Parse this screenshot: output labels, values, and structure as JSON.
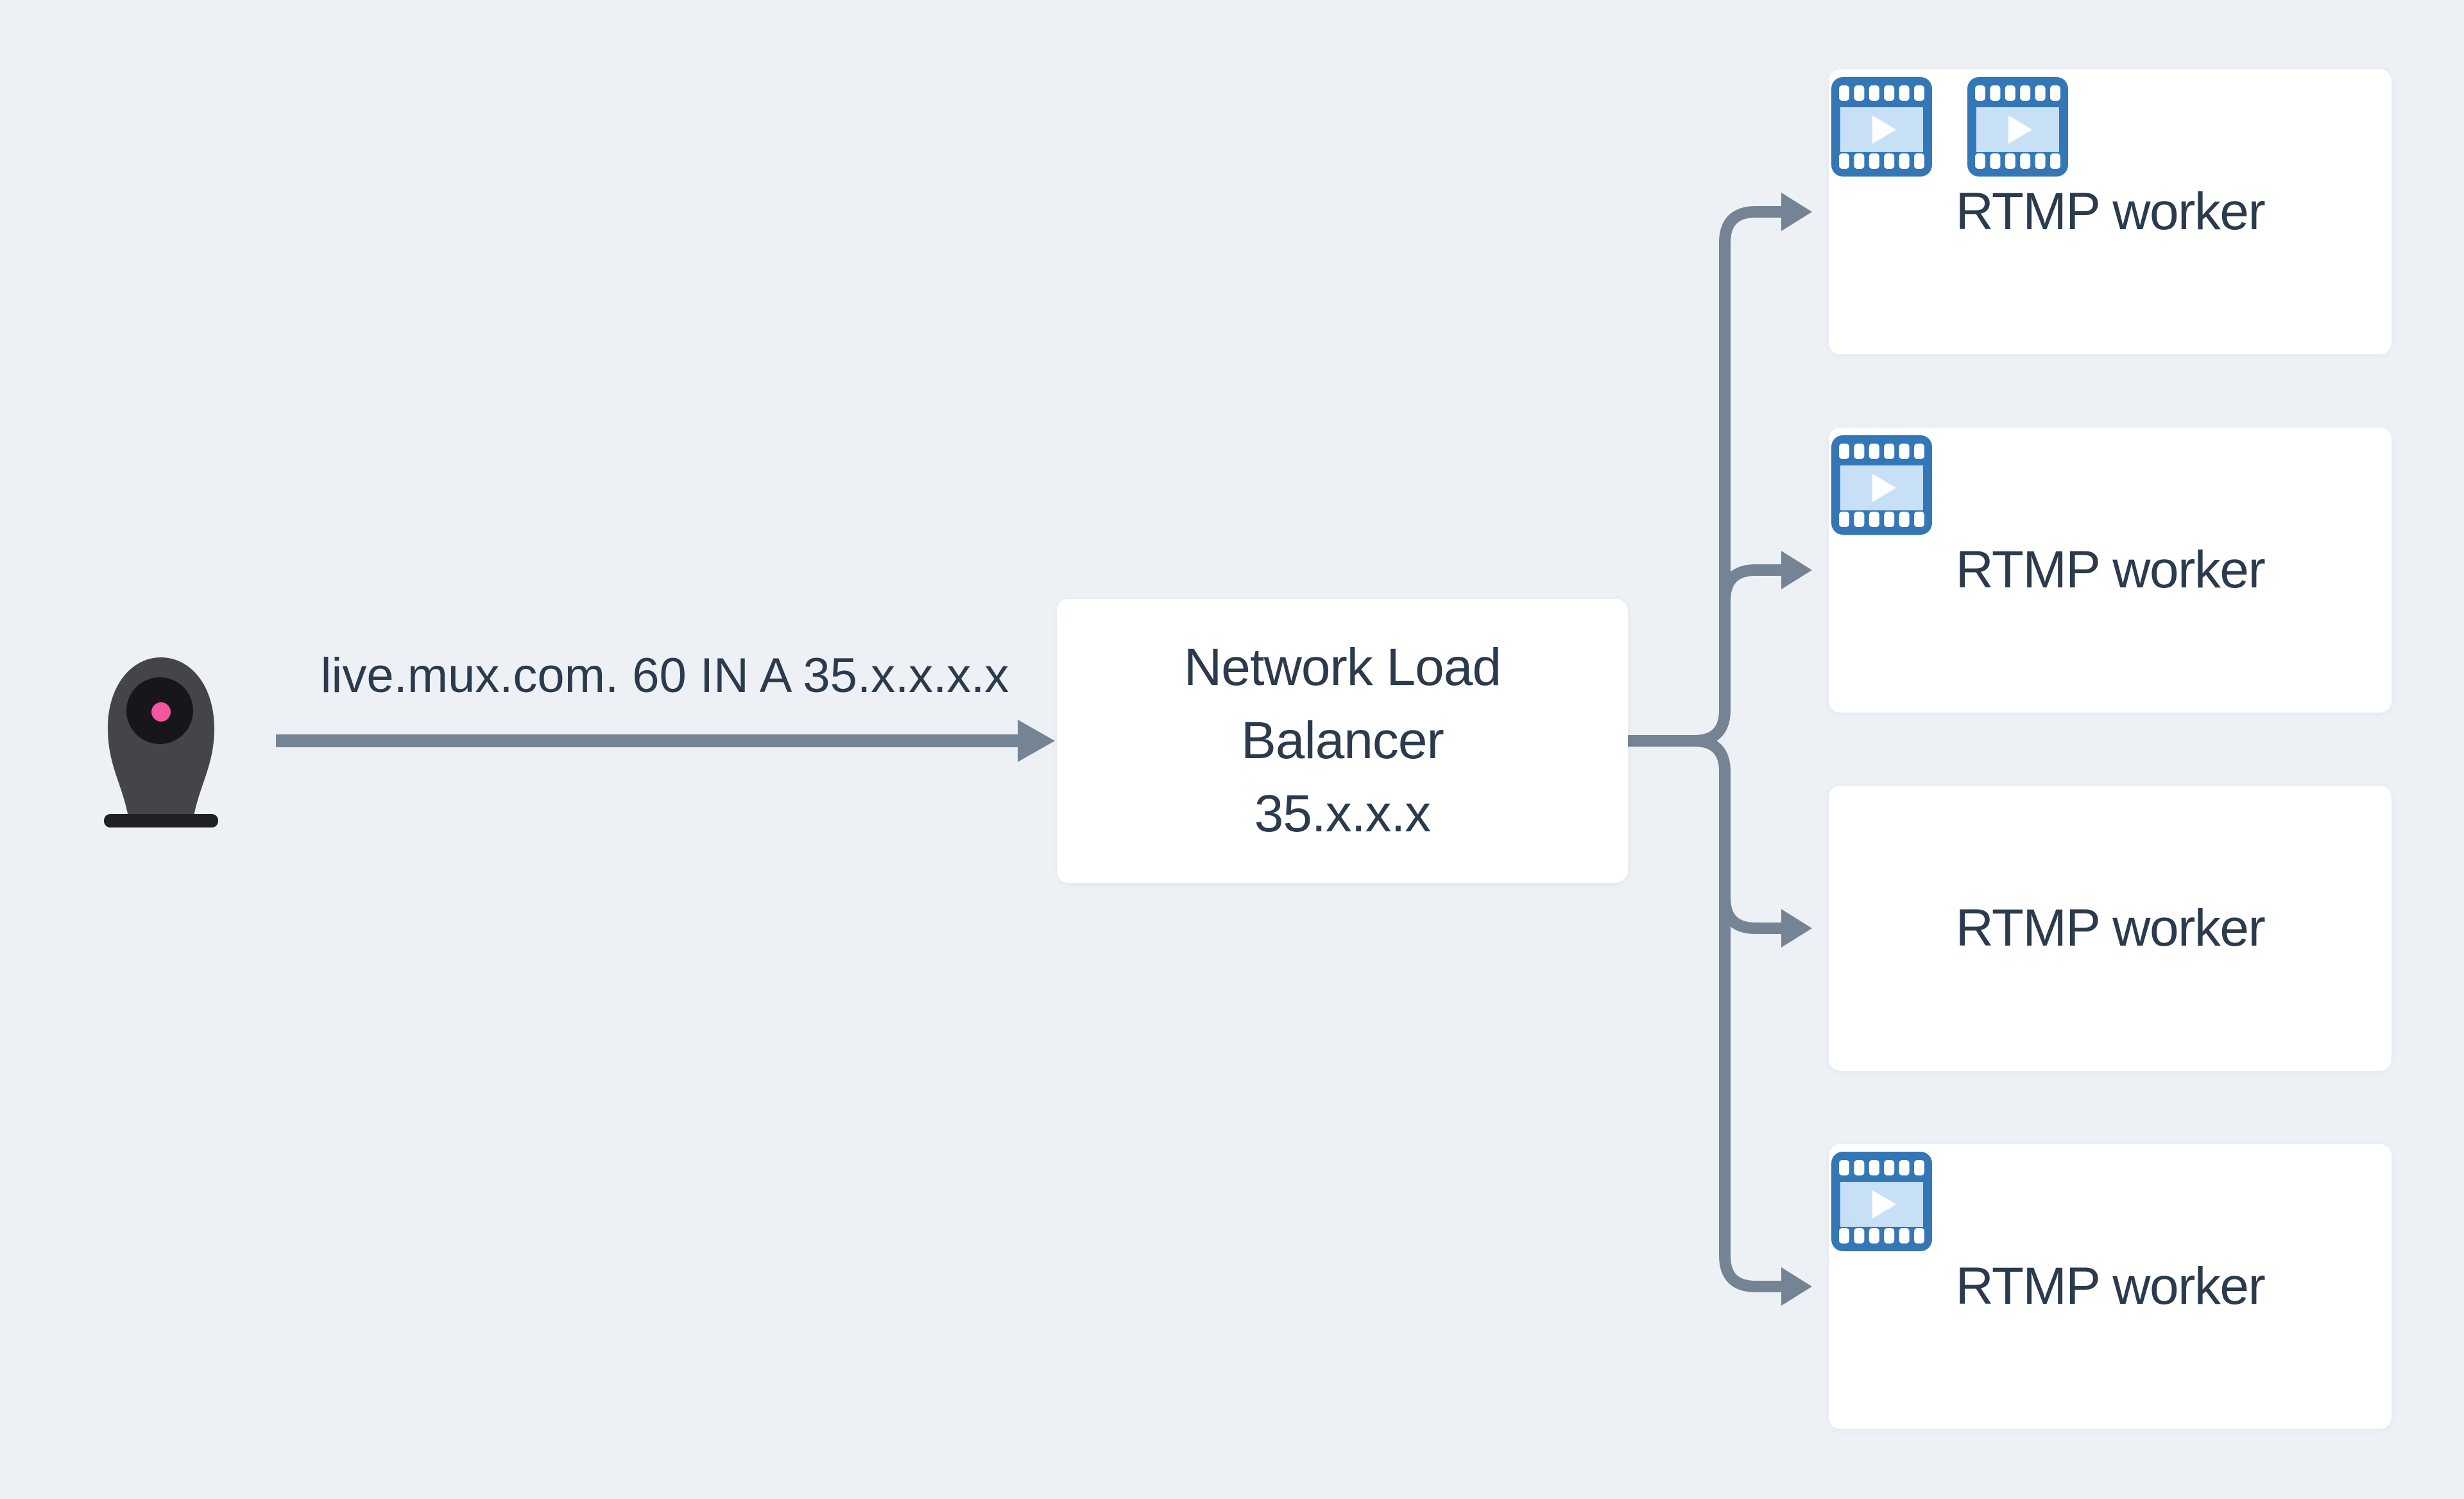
{
  "diagram": {
    "background_color": "#EDF1F5",
    "source": {
      "icon": "webcam-icon",
      "description": "broadcast camera"
    },
    "dns_arrow": {
      "label": "live.mux.com. 60 IN A 35.x.x.x.x"
    },
    "load_balancer": {
      "title_lines": [
        "Network Load",
        "Balancer",
        "35.x.x.x"
      ]
    },
    "workers": [
      {
        "label": "RTMP worker",
        "stream_count": 2
      },
      {
        "label": "RTMP worker",
        "stream_count": 1
      },
      {
        "label": "RTMP worker",
        "stream_count": 0
      },
      {
        "label": "RTMP worker",
        "stream_count": 1
      }
    ],
    "stream_icon": "film-strip-icon",
    "colors": {
      "arrow": "#748494",
      "text": "#2B3B4D",
      "card": "#FFFFFF",
      "film_icon_blue": "#3377B6",
      "film_icon_light": "#C8E0F6",
      "webcam_body": "#454449",
      "webcam_lens": "#17171B",
      "webcam_light": "#F4569F"
    }
  }
}
